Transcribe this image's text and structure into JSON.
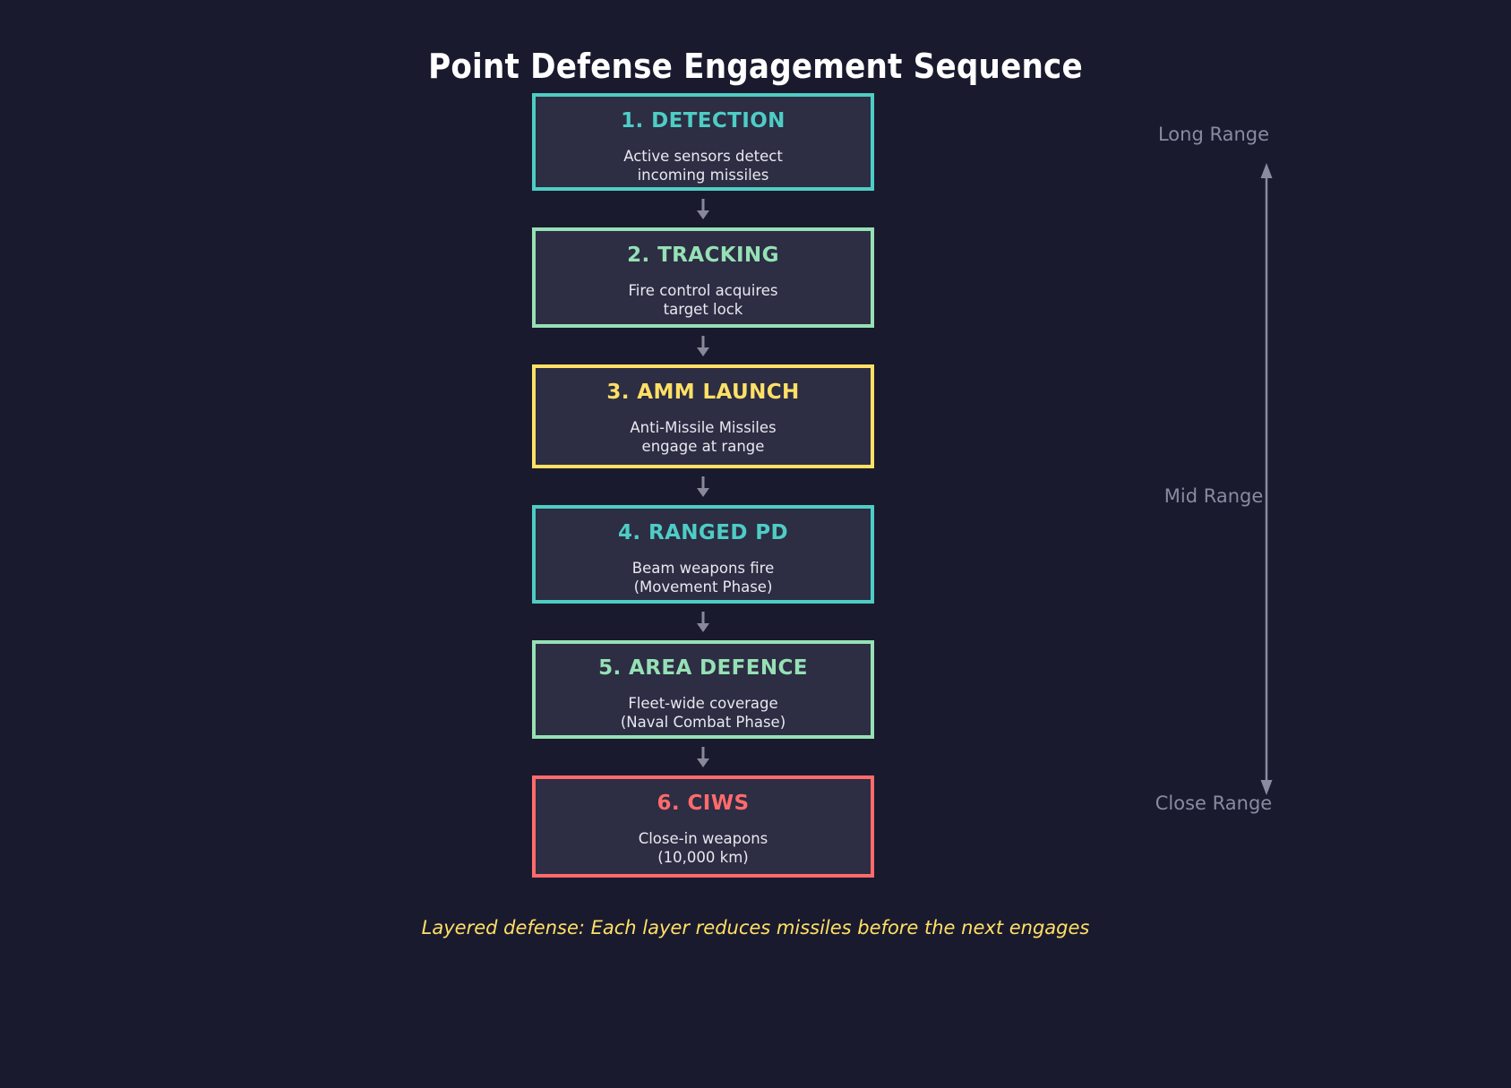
{
  "diagram": {
    "title": "Point Defense Engagement Sequence",
    "footer_note": "Layered defense: Each layer reduces missiles before the next engages",
    "background_color": "#1a1a2e",
    "box_fill_color": "#2d2d44",
    "connector_arrow_color": "#888899"
  },
  "steps": [
    {
      "id": "detection",
      "title": "1. DETECTION",
      "description": "Active sensors detect\nincoming missiles",
      "color": "#4ecdc4"
    },
    {
      "id": "tracking",
      "title": "2. TRACKING",
      "description": "Fire control acquires\ntarget lock",
      "color": "#95e1b5"
    },
    {
      "id": "amm-launch",
      "title": "3. AMM LAUNCH",
      "description": "Anti-Missile Missiles\nengage at range",
      "color": "#ffe066"
    },
    {
      "id": "ranged-pd",
      "title": "4. RANGED PD",
      "description": "Beam weapons fire\n(Movement Phase)",
      "color": "#4ecdc4"
    },
    {
      "id": "area-defence",
      "title": "5. AREA DEFENCE",
      "description": "Fleet-wide coverage\n(Naval Combat Phase)",
      "color": "#95e1b5"
    },
    {
      "id": "ciws",
      "title": "6. CIWS",
      "description": "Close-in weapons\n(10,000 km)",
      "color": "#ff6b6b"
    }
  ],
  "range_scale": {
    "axis_color": "#8a8aa0",
    "label_color": "#8a8aa0",
    "top_label": "Long Range",
    "mid_label": "Mid Range",
    "bottom_label": "Close Range"
  }
}
